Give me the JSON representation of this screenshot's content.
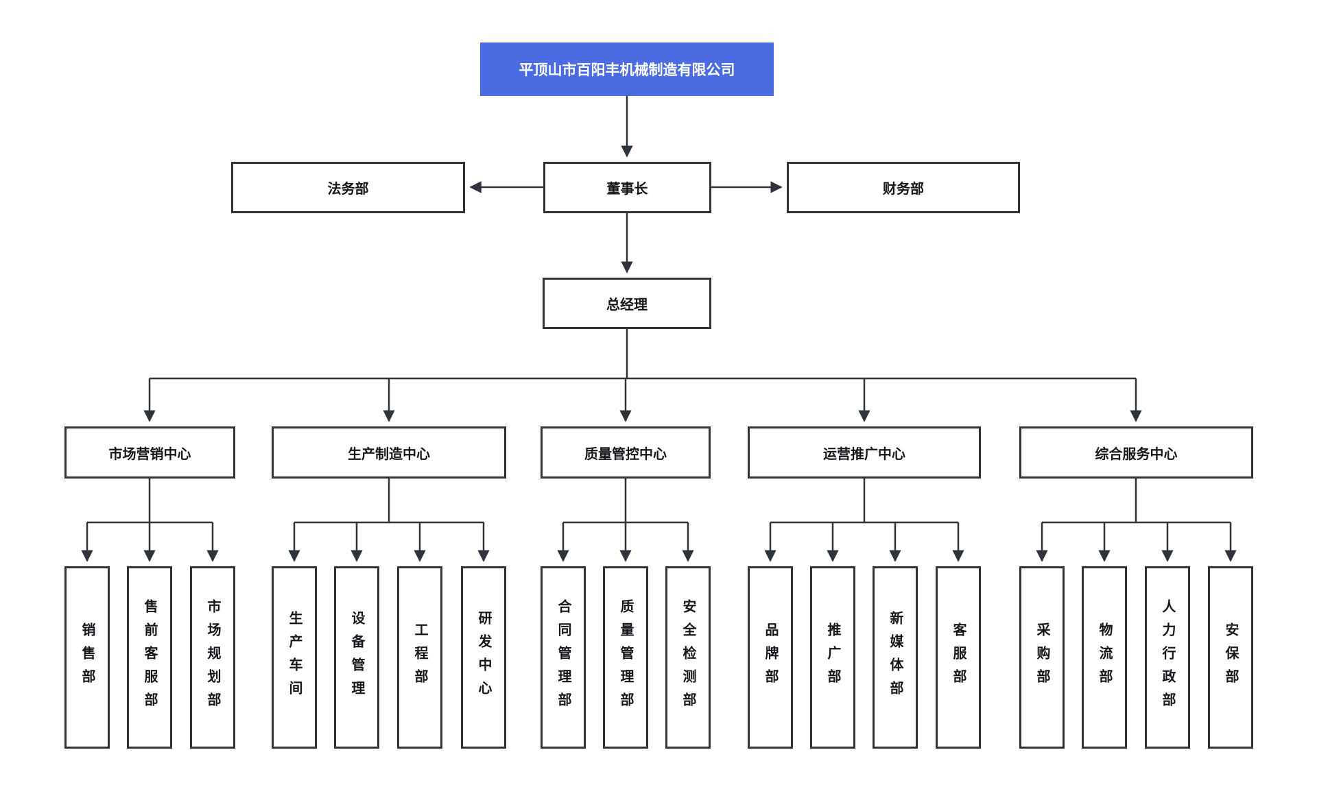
{
  "org": {
    "root": {
      "label": "平顶山市百阳丰机械制造有限公司"
    },
    "legal": {
      "label": "法务部"
    },
    "chairman": {
      "label": "董事长"
    },
    "finance": {
      "label": "财务部"
    },
    "gm": {
      "label": "总经理"
    },
    "centers": [
      {
        "label": "市场营销中心",
        "children": [
          {
            "label": "销售部"
          },
          {
            "label": "售前客服部"
          },
          {
            "label": "市场规划部"
          }
        ]
      },
      {
        "label": "生产制造中心",
        "children": [
          {
            "label": "生产车间"
          },
          {
            "label": "设备管理"
          },
          {
            "label": "工程部"
          },
          {
            "label": "研发中心"
          }
        ]
      },
      {
        "label": "质量管控中心",
        "children": [
          {
            "label": "合同管理部"
          },
          {
            "label": "质量管理部"
          },
          {
            "label": "安全检测部"
          }
        ]
      },
      {
        "label": "运营推广中心",
        "children": [
          {
            "label": "品牌部"
          },
          {
            "label": "推广部"
          },
          {
            "label": "新媒体部"
          },
          {
            "label": "客服部"
          }
        ]
      },
      {
        "label": "综合服务中心",
        "children": [
          {
            "label": "采购部"
          },
          {
            "label": "物流部"
          },
          {
            "label": "人力行政部"
          },
          {
            "label": "安保部"
          }
        ]
      }
    ],
    "colors": {
      "accent_blue": "#4a6ce0",
      "line": "#2f333a",
      "node_background": "#ffffff",
      "root_text": "#ffffff",
      "node_text": "#15171a"
    }
  }
}
